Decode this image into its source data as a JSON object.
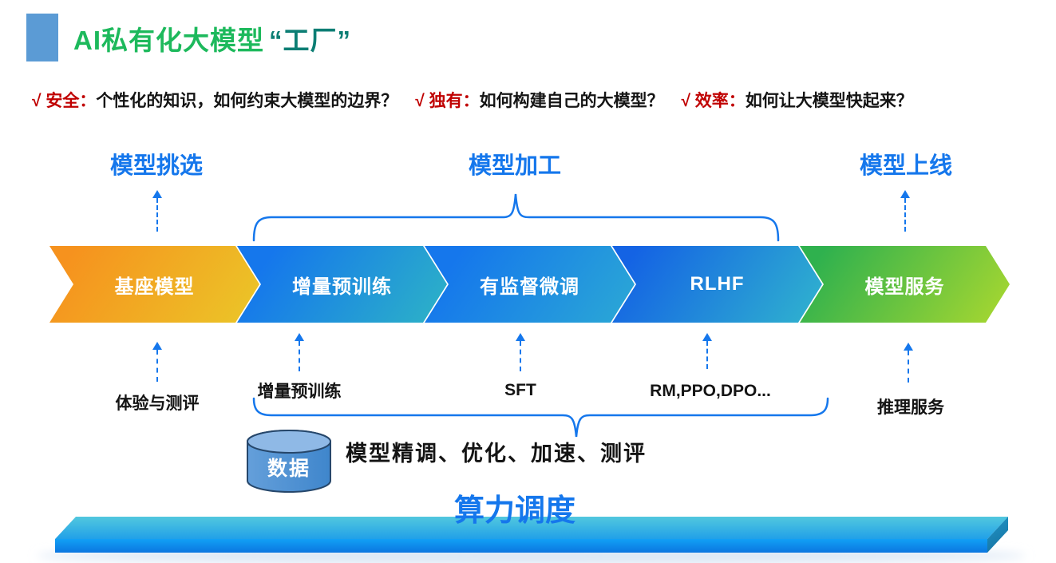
{
  "slide": {
    "title": {
      "part1": "AI私有化大模型",
      "part2": "“工厂”"
    },
    "requirements": [
      {
        "head": "√ 安全：",
        "body": "个性化的知识，如何约束大模型的边界？"
      },
      {
        "head": "√ 独有：",
        "body": "如何构建自己的大模型？"
      },
      {
        "head": "√ 效率：",
        "body": "如何让大模型快起来？"
      }
    ],
    "phases": [
      {
        "label": "模型挑选"
      },
      {
        "label": "模型加工"
      },
      {
        "label": "模型上线"
      }
    ],
    "pipeline": [
      {
        "label": "基座模型",
        "color_from": "#f6921e",
        "color_to": "#ecc127"
      },
      {
        "label": "增量预训练",
        "color_from": "#1577ec",
        "color_to": "#2cb0c8"
      },
      {
        "label": "有监督微调",
        "color_from": "#1577ec",
        "color_to": "#2aa6d6"
      },
      {
        "label": "RLHF",
        "color_from": "#1463e4",
        "color_to": "#2fb0cf"
      },
      {
        "label": "模型服务",
        "color_from": "#2fb14e",
        "color_to": "#a4d631"
      }
    ],
    "annotations": [
      {
        "label": "体验与测评"
      },
      {
        "label": "增量预训练"
      },
      {
        "label": "SFT"
      },
      {
        "label": "RM,PPO,DPO..."
      },
      {
        "label": "推理服务"
      }
    ],
    "data_store": {
      "label": "数据"
    },
    "process_note": "模型精调、优化、加速、测评",
    "compute": {
      "label": "算力调度"
    },
    "colors": {
      "accent_blue": "#1577ec",
      "alert_red": "#c00000",
      "title_green_start": "#1db95c",
      "title_green_end": "#0c7e74",
      "marker_blue": "#5b9bd5",
      "platform_top": "#4ac2dc",
      "platform_front": "#0e86f0",
      "cylinder_fill": "#4e92d6",
      "chevron_text": "#ffffff",
      "text_black": "#141414"
    }
  }
}
